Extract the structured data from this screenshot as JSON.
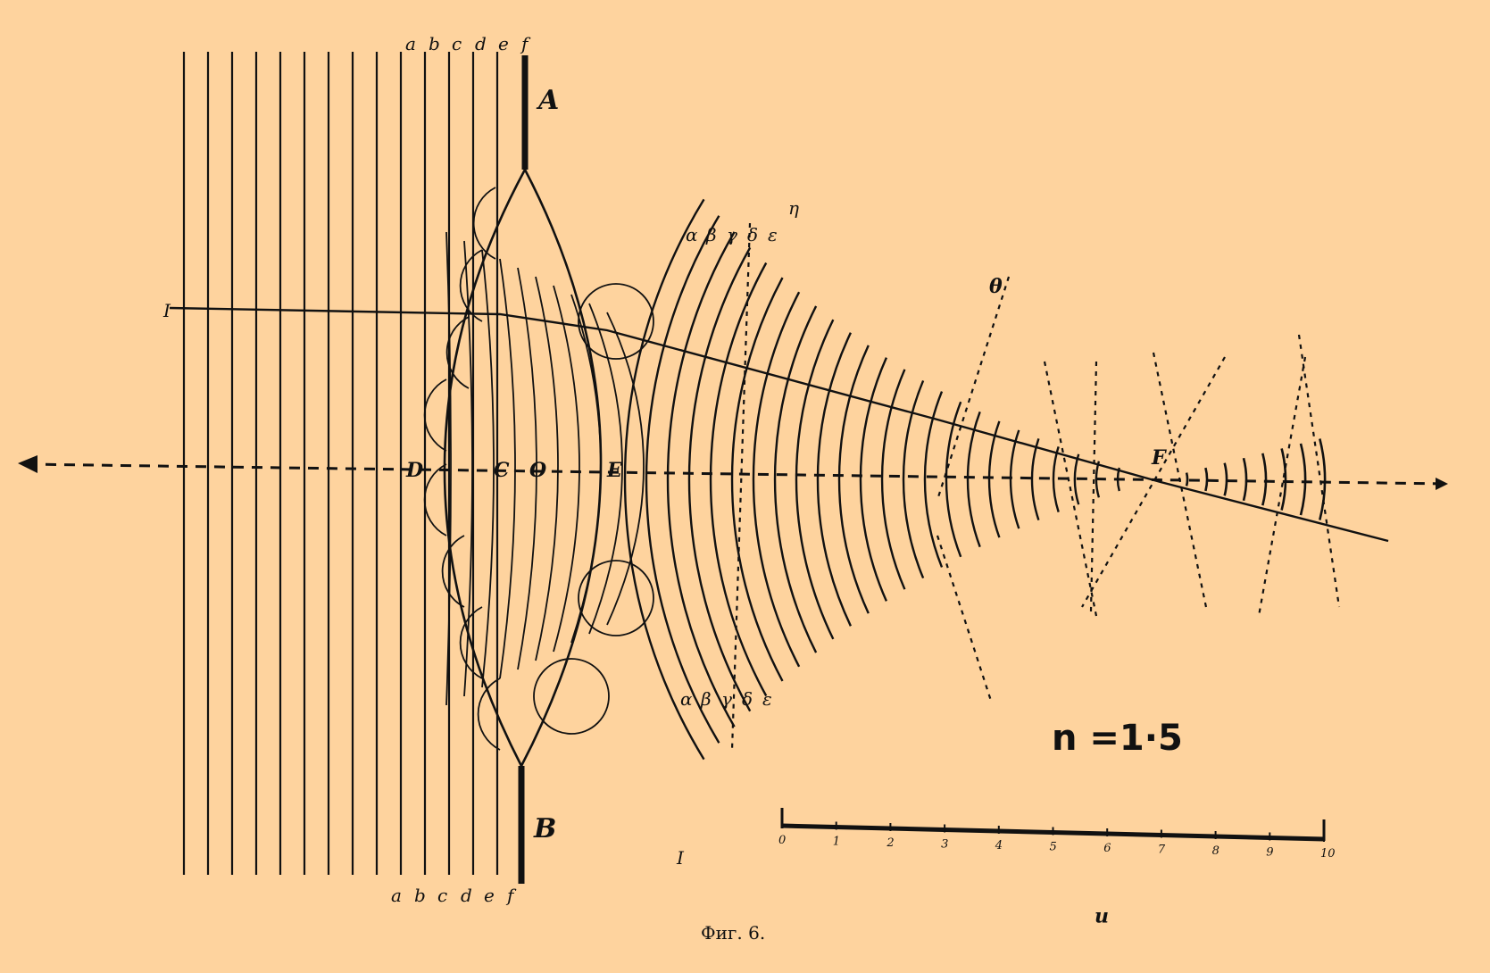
{
  "figure": {
    "caption": "Фиг. 6.",
    "formula": "n =1·5",
    "bottom_mark": "n",
    "colors": {
      "background": "#fed39e",
      "ink": "#111111"
    }
  },
  "labels": {
    "screen_top": "A",
    "screen_bottom": "B",
    "focus": "F",
    "axis_points": [
      "D",
      "C",
      "O",
      "E"
    ],
    "top_wave_letters": [
      "a",
      "b",
      "c",
      "d",
      "e",
      "f"
    ],
    "bottom_wave_letters": [
      "a",
      "b",
      "c",
      "d",
      "e",
      "f"
    ],
    "greek_top": [
      "α",
      "β",
      "γ",
      "δ",
      "ε",
      "η"
    ],
    "greek_bottom": [
      "α",
      "β",
      "γ",
      "δ",
      "ε"
    ],
    "ray_top_start": "I",
    "theta": "θ",
    "bottom_ray_end": "I"
  },
  "scale": {
    "ticks": [
      "0",
      "1",
      "2",
      "3",
      "4",
      "5",
      "6",
      "7",
      "8",
      "9",
      "10"
    ]
  }
}
